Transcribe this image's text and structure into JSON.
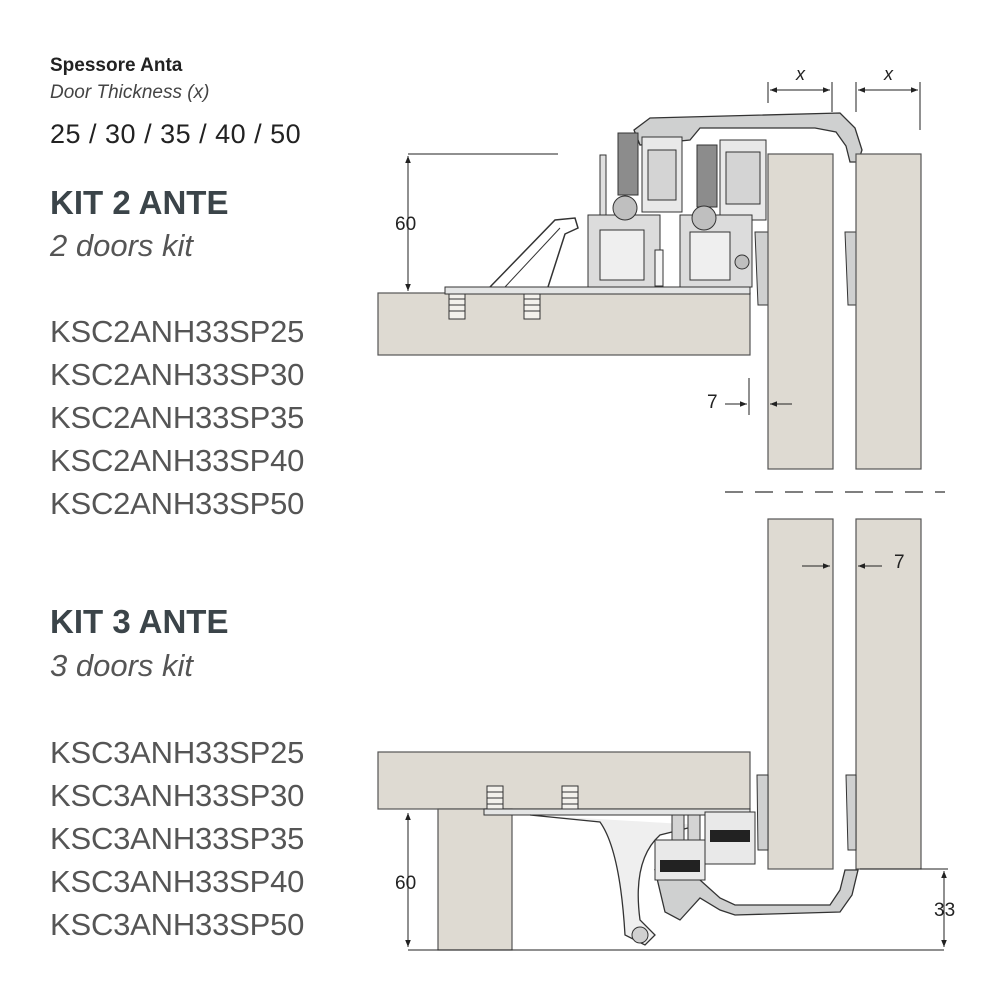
{
  "header": {
    "title": "Spessore Anta",
    "subtitle": "Door Thickness (x)",
    "thickness_options": "25 / 30 / 35 / 40 / 50"
  },
  "kit2": {
    "title": "KIT 2 ANTE",
    "subtitle": "2 doors kit",
    "codes": [
      "KSC2ANH33SP25",
      "KSC2ANH33SP30",
      "KSC2ANH33SP35",
      "KSC2ANH33SP40",
      "KSC2ANH33SP50"
    ]
  },
  "kit3": {
    "title": "KIT 3 ANTE",
    "subtitle": "3 doors kit",
    "codes": [
      "KSC3ANH33SP25",
      "KSC3ANH33SP30",
      "KSC3ANH33SP35",
      "KSC3ANH33SP40",
      "KSC3ANH33SP50"
    ]
  },
  "dimensions": {
    "top_height": "60",
    "top_gap": "7",
    "door_thickness_left": "x",
    "door_thickness_right": "x",
    "bottom_gap": "7",
    "bottom_height": "60",
    "bottom_offset": "33"
  },
  "colors": {
    "panel": "#dedad2",
    "panel_stroke": "#555555",
    "profile": "#cfd0d0",
    "dark": "#222222"
  }
}
